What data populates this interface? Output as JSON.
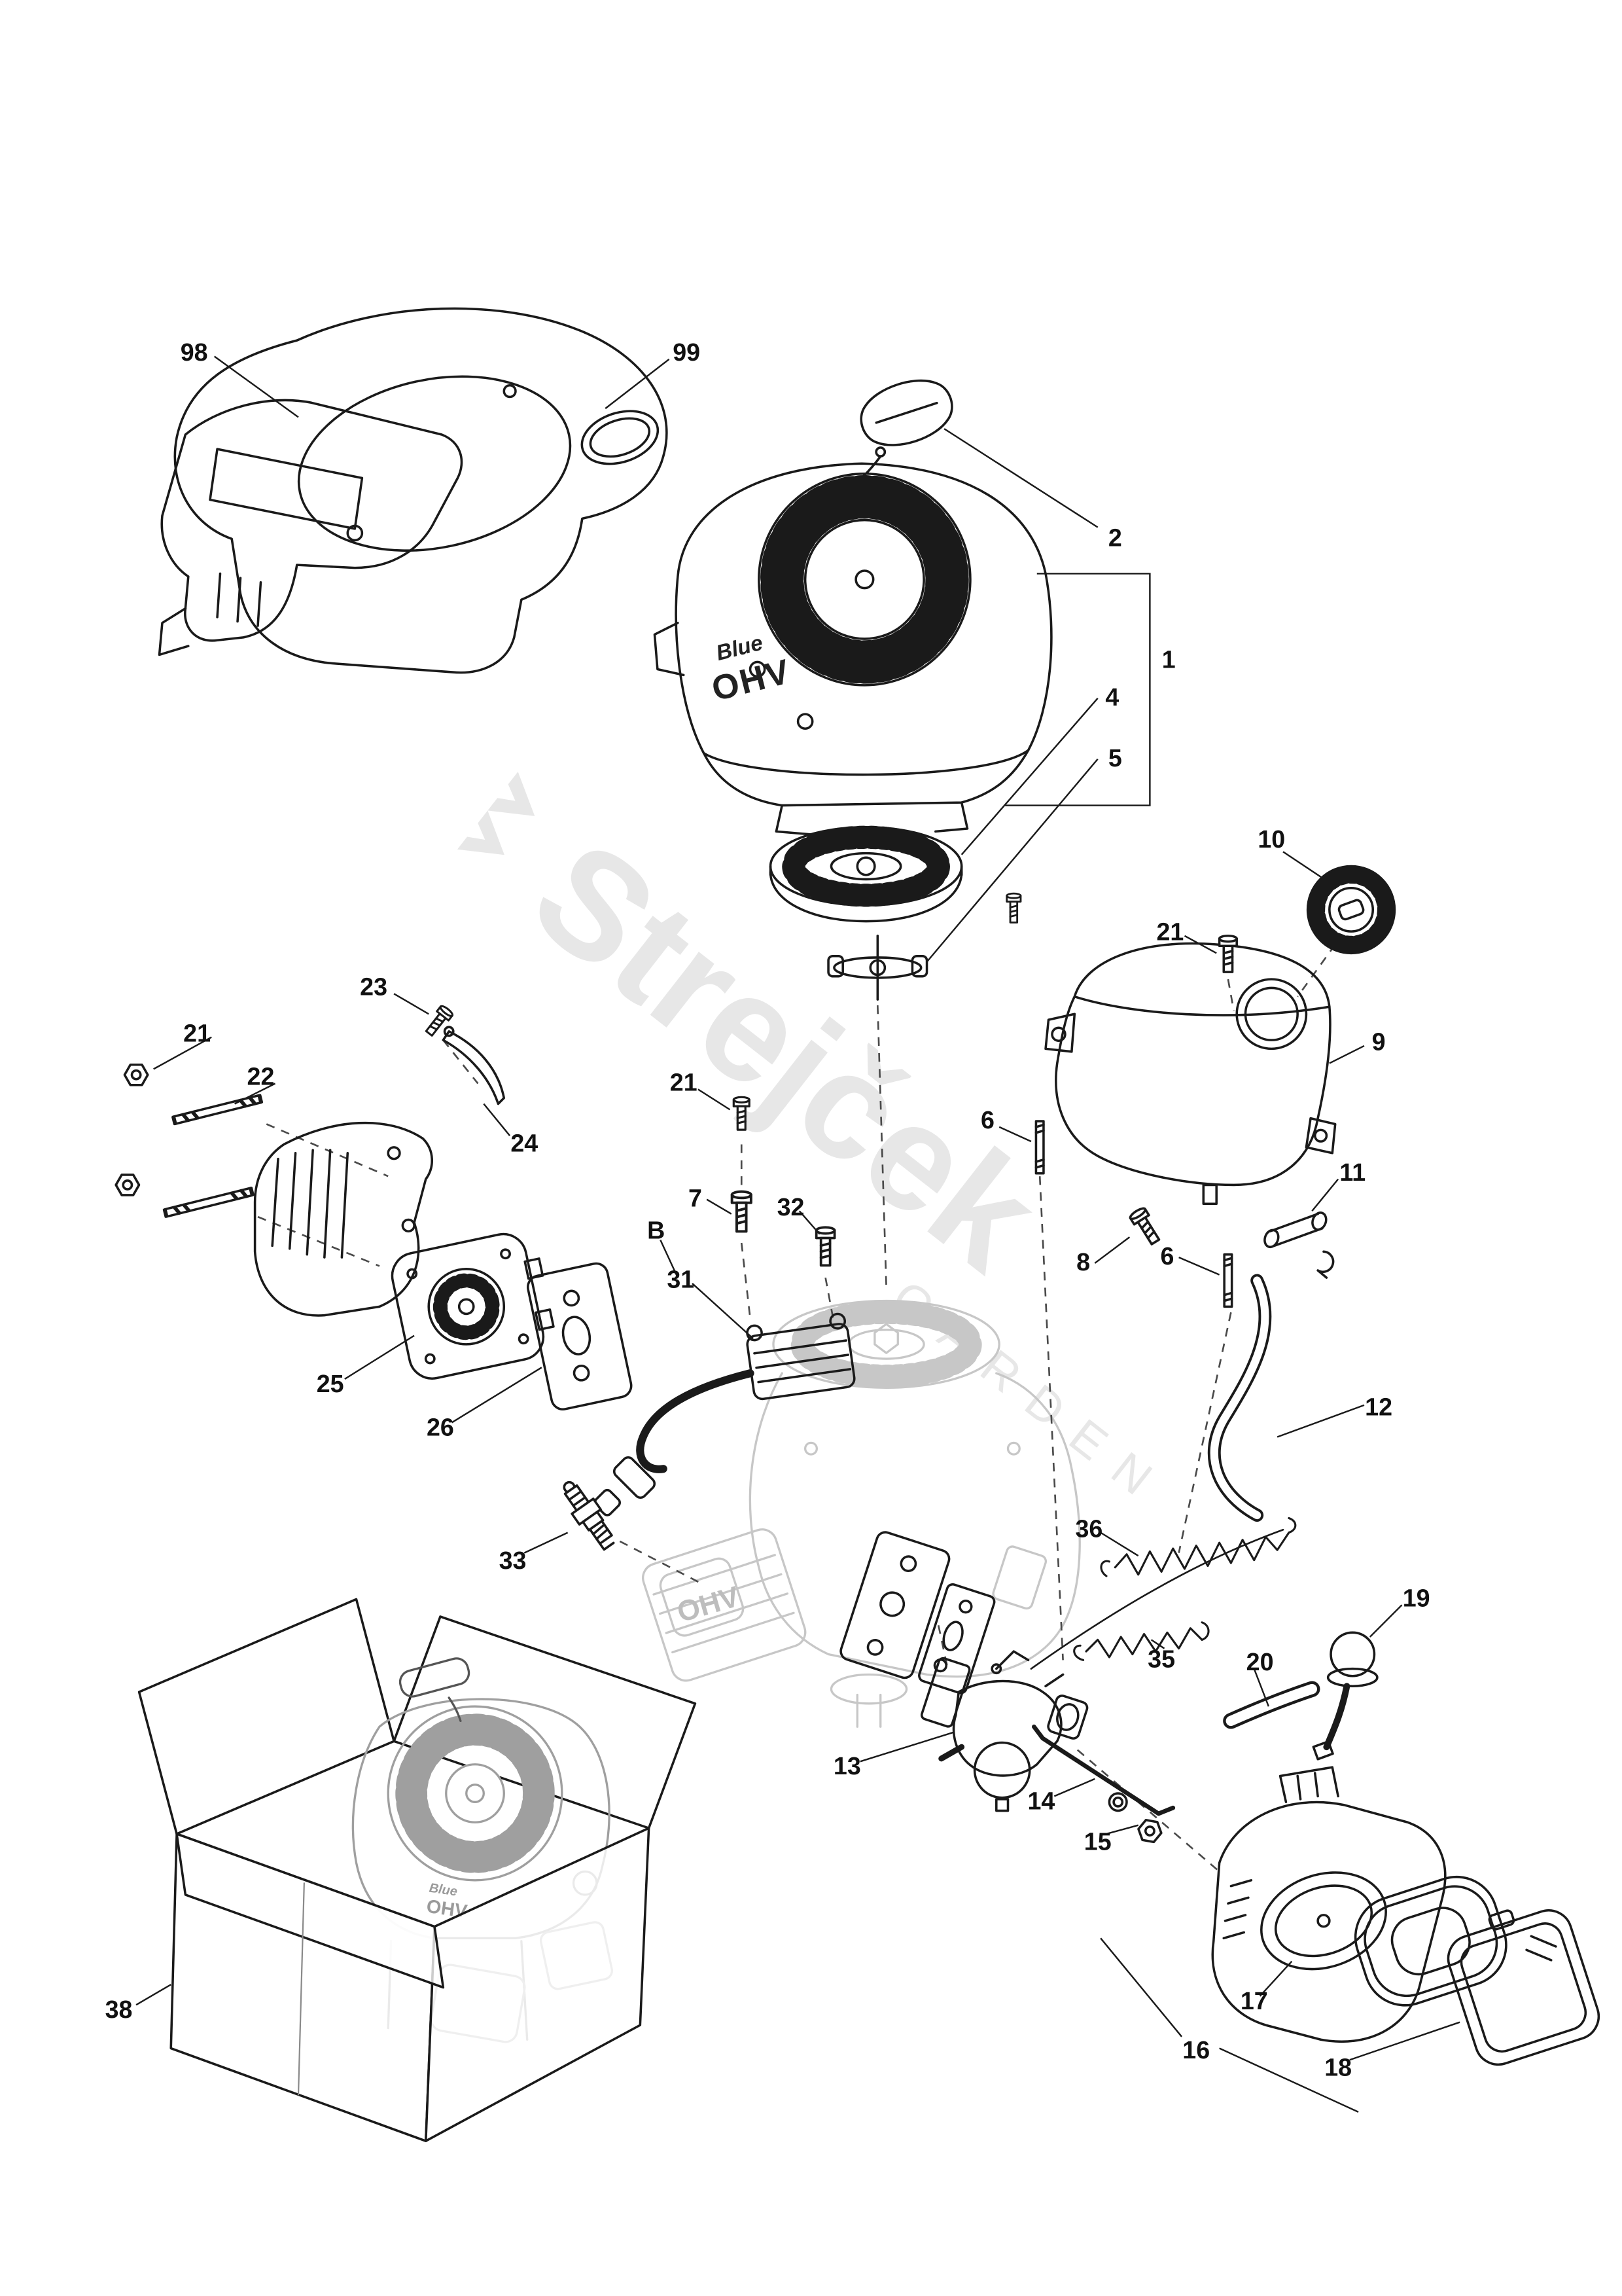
{
  "watermark": {
    "brand": "Strejček",
    "subtitle": "GARDEN"
  },
  "engine_text": {
    "cover_blue": "Blue",
    "cover_ohv": "OHV",
    "block_ohv": "OHV",
    "box_blue": "Blue",
    "box_ohv": "OHV"
  },
  "callouts": [
    {
      "label": "98"
    },
    {
      "label": "99"
    },
    {
      "label": "2"
    },
    {
      "label": "1"
    },
    {
      "label": "4"
    },
    {
      "label": "5"
    },
    {
      "label": "10"
    },
    {
      "label": "21"
    },
    {
      "label": "9"
    },
    {
      "label": "23"
    },
    {
      "label": "21"
    },
    {
      "label": "22"
    },
    {
      "label": "24"
    },
    {
      "label": "21"
    },
    {
      "label": "6"
    },
    {
      "label": "7"
    },
    {
      "label": "32"
    },
    {
      "label": "8"
    },
    {
      "label": "6"
    },
    {
      "label": "11"
    },
    {
      "label": "B"
    },
    {
      "label": "31"
    },
    {
      "label": "12"
    },
    {
      "label": "25"
    },
    {
      "label": "26"
    },
    {
      "label": "33"
    },
    {
      "label": "36"
    },
    {
      "label": "35"
    },
    {
      "label": "20"
    },
    {
      "label": "19"
    },
    {
      "label": "13"
    },
    {
      "label": "14"
    },
    {
      "label": "15"
    },
    {
      "label": "17"
    },
    {
      "label": "16"
    },
    {
      "label": "18"
    },
    {
      "label": "38"
    }
  ]
}
